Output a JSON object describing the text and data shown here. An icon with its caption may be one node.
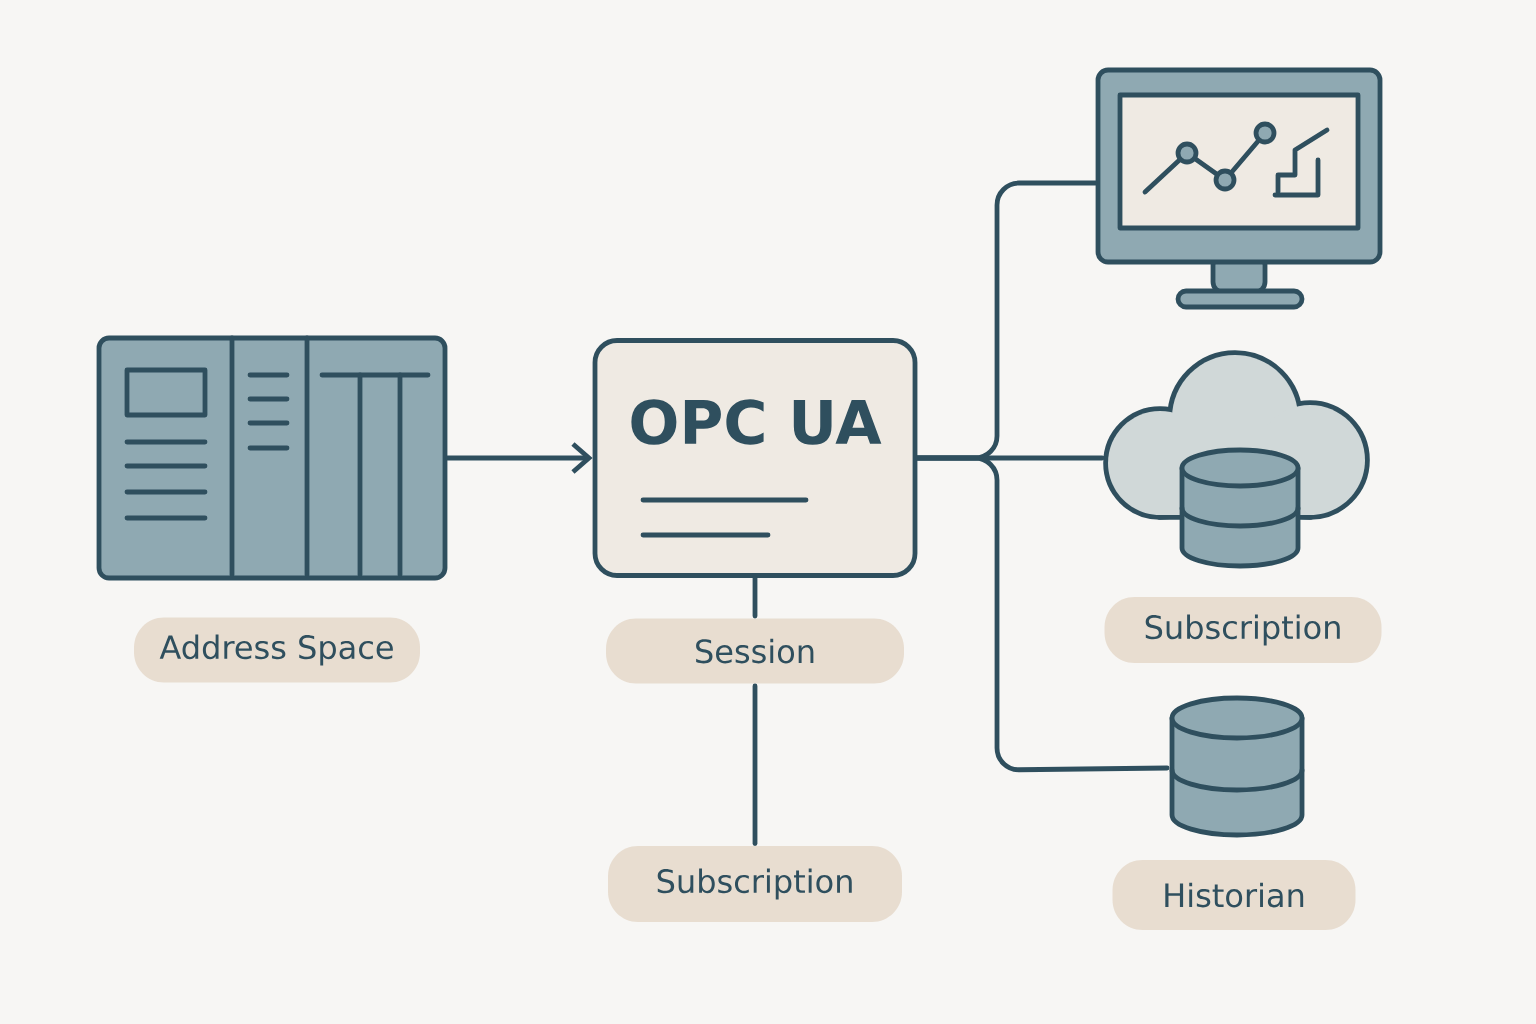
{
  "diagram": {
    "nodes": [
      {
        "text": [],
        "shape": "picture"
      },
      {
        "text": [
          "Address Space"
        ]
      },
      {
        "text": [
          "OPC UA"
        ]
      },
      {
        "text": [
          "Session"
        ]
      },
      {
        "text": [
          "Subscription"
        ]
      },
      {
        "text": [],
        "shape": "picture"
      },
      {
        "text": [],
        "shape": "cloud"
      },
      {
        "text": [
          "Subscription"
        ]
      },
      {
        "text": [],
        "shape": "cylinder"
      },
      {
        "text": [
          "Historian"
        ]
      }
    ],
    "edges": [
      {
        "from": 0,
        "to": 2,
        "arrow": "to"
      },
      {
        "from": 2,
        "to": 3,
        "arrow": "none"
      },
      {
        "from": 3,
        "to": 4,
        "arrow": "none"
      },
      {
        "from": 2,
        "to": 5,
        "arrow": "none"
      },
      {
        "from": 2,
        "to": 6,
        "arrow": "none"
      },
      {
        "from": 2,
        "to": 8,
        "arrow": "none"
      }
    ]
  }
}
